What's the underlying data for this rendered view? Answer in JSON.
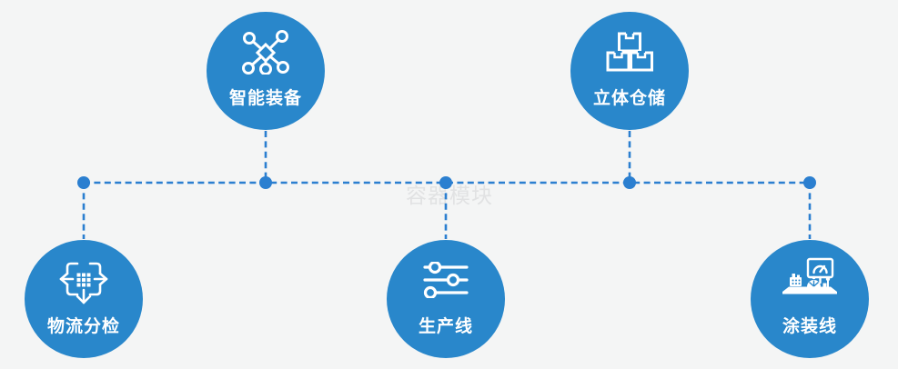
{
  "diagram": {
    "watermark": "容器模块",
    "nodes": [
      {
        "label": "智能装备",
        "icon": "network-nodes-icon",
        "position": "top-left"
      },
      {
        "label": "立体仓储",
        "icon": "stacked-boxes-icon",
        "position": "top-right"
      },
      {
        "label": "物流分检",
        "icon": "sort-distribute-icon",
        "position": "bottom-left"
      },
      {
        "label": "生产线",
        "icon": "sliders-icon",
        "position": "bottom-center"
      },
      {
        "label": "涂装线",
        "icon": "machine-station-icon",
        "position": "bottom-right"
      }
    ],
    "colors": {
      "background": "#f4f5f5",
      "node_fill": "#2987cb",
      "connector": "#2b7fd0",
      "label_text": "#ffffff",
      "watermark_text": "#e1e2e3"
    }
  }
}
